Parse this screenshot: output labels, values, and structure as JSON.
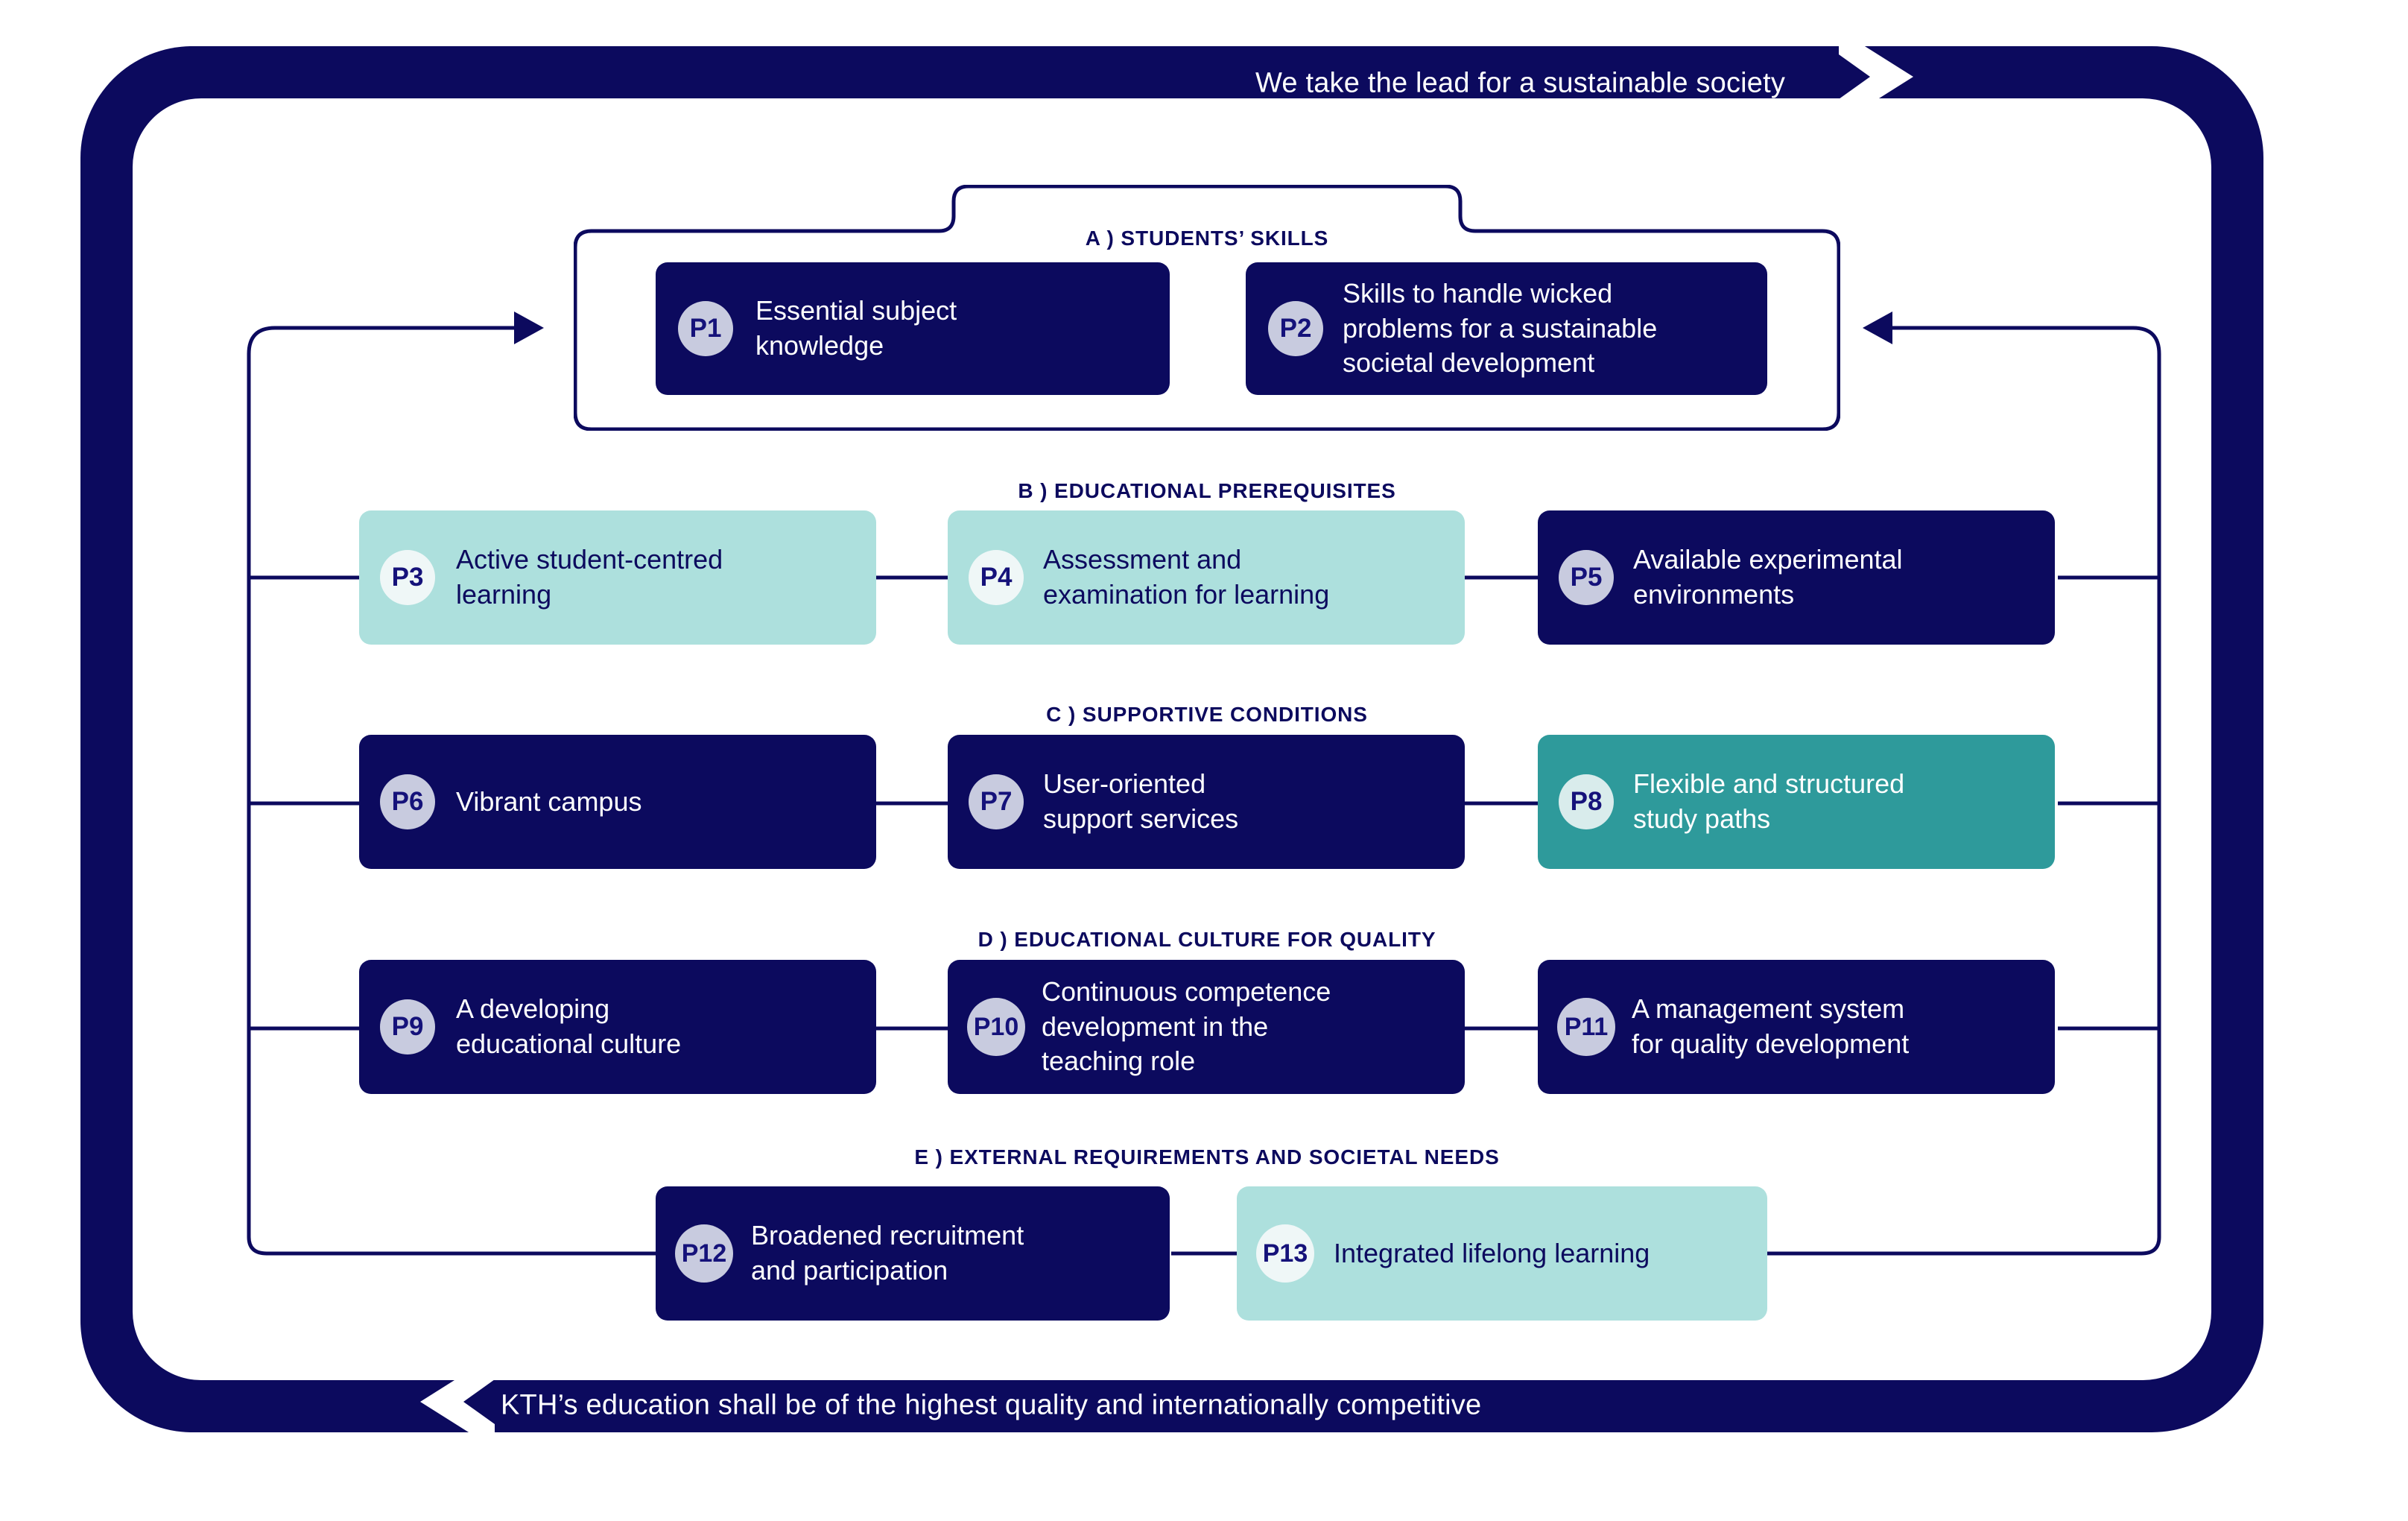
{
  "colors": {
    "navy": "#0C0A5E",
    "light_teal": "#ADE0DD",
    "teal": "#2E9A9B",
    "badge_on_navy": "#C8CBDF",
    "badge_on_light": "#EFF7F7",
    "badge_on_teal": "#D9ECEC",
    "white": "#FFFFFF"
  },
  "banner": {
    "top_text": "We take the lead for a sustainable society",
    "bottom_text": "KTH’s education shall be of the highest quality and internationally competitive",
    "top_arrow_icon": "arrow-right-icon",
    "bottom_arrow_icon": "arrow-left-icon"
  },
  "groups": [
    {
      "id": "A",
      "label": "A ) STUDENTS’ SKILLS"
    },
    {
      "id": "B",
      "label": "B ) EDUCATIONAL PREREQUISITES"
    },
    {
      "id": "C",
      "label": "C ) SUPPORTIVE CONDITIONS"
    },
    {
      "id": "D",
      "label": "D ) EDUCATIONAL CULTURE FOR QUALITY"
    },
    {
      "id": "E",
      "label": "E ) EXTERNAL REQUIREMENTS AND SOCIETAL NEEDS"
    }
  ],
  "cards": [
    {
      "code": "P1",
      "text": "Essential subject\nknowledge",
      "style": "navy"
    },
    {
      "code": "P2",
      "text": "Skills to handle wicked\nproblems for a sustainable\nsocietal development",
      "style": "navy"
    },
    {
      "code": "P3",
      "text": "Active student-centred\nlearning",
      "style": "light"
    },
    {
      "code": "P4",
      "text": "Assessment and\nexamination for learning",
      "style": "light"
    },
    {
      "code": "P5",
      "text": "Available experimental\nenvironments",
      "style": "navy"
    },
    {
      "code": "P6",
      "text": "Vibrant campus",
      "style": "navy"
    },
    {
      "code": "P7",
      "text": "User-oriented\nsupport services",
      "style": "navy"
    },
    {
      "code": "P8",
      "text": "Flexible and structured\nstudy paths",
      "style": "teal"
    },
    {
      "code": "P9",
      "text": "A developing\neducational culture",
      "style": "navy"
    },
    {
      "code": "P10",
      "text": "Continuous competence\ndevelopment in the\nteaching role",
      "style": "navy"
    },
    {
      "code": "P11",
      "text": "A management system\nfor quality development",
      "style": "navy"
    },
    {
      "code": "P12",
      "text": "Broadened recruitment\nand participation",
      "style": "navy"
    },
    {
      "code": "P13",
      "text": "Integrated lifelong learning",
      "style": "light"
    }
  ]
}
